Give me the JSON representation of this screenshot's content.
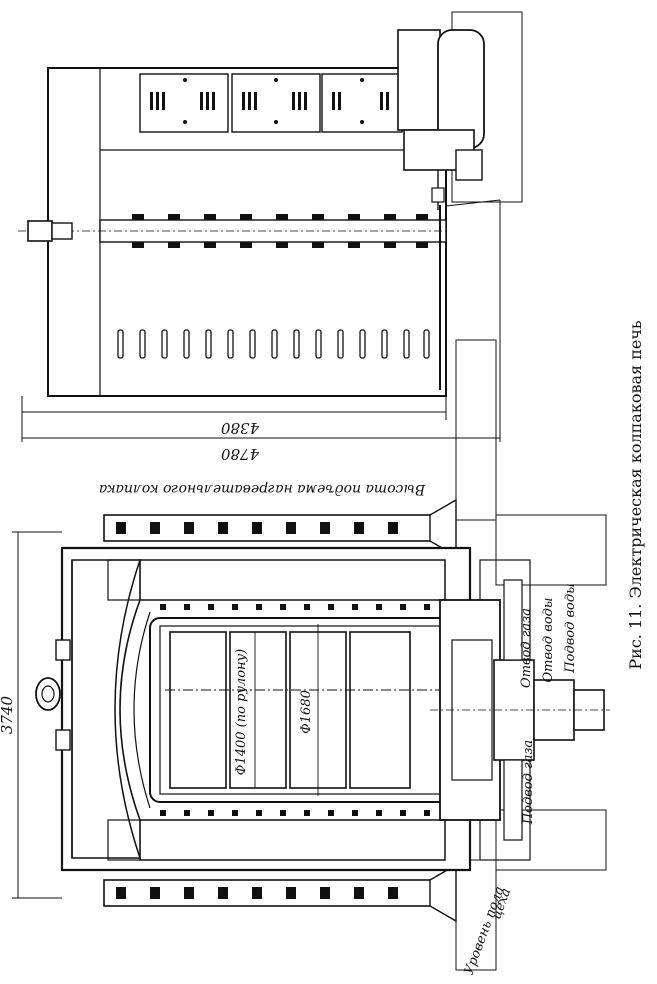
{
  "caption": "Рис. 11. Электрическая колпаковая печь",
  "dimensions": {
    "width_top": "4380",
    "width_total": "4780",
    "height_total": "3740",
    "diameter_coil": "Φ1400 (по рулону)",
    "diameter_inner": "Φ1680"
  },
  "labels": {
    "lift_height": "Высота подъема нагревательного колпака",
    "gas_outlet": "Отвод газа",
    "water_outlet": "Отвод воды",
    "water_inlet": "Подвод воды",
    "gas_inlet": "Подвод газа",
    "floor_level_1": "Уровень пола",
    "floor_level_2": "цеха"
  },
  "colors": {
    "ink": "#111111",
    "paper": "#ffffff"
  }
}
